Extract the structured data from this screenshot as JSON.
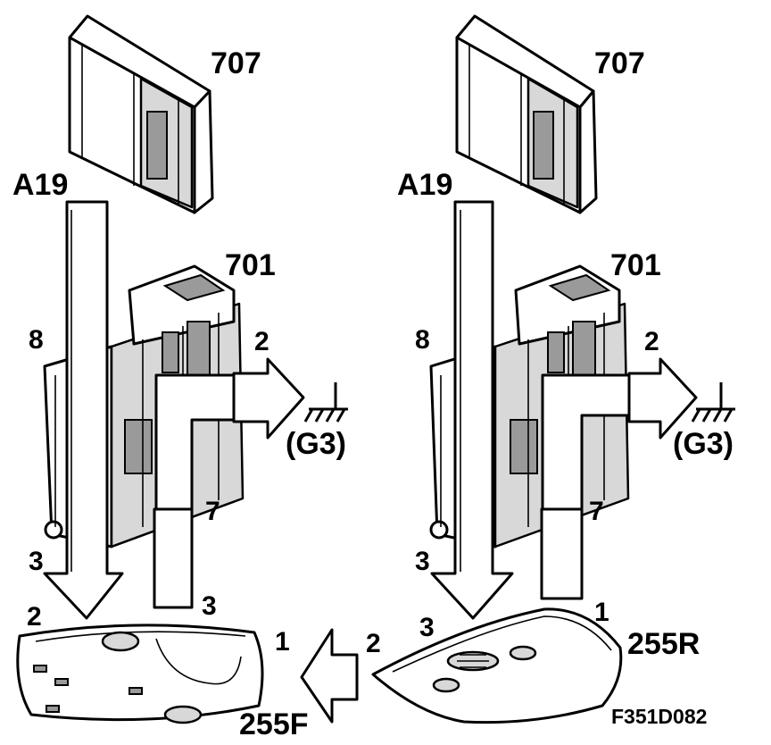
{
  "figure_code": "F351D082",
  "left": {
    "module_top": "707",
    "module_mid": "701",
    "connector": "A19",
    "pin_left": "8",
    "pin_ground": "2",
    "ground": "(G3)",
    "pin_right": "7",
    "pin_bottom_left": "3",
    "pin_bottom_right": "3",
    "lamp_pin_a": "2",
    "lamp_pin_b": "1",
    "lamp": "255F"
  },
  "right": {
    "module_top": "707",
    "module_mid": "701",
    "connector": "A19",
    "pin_left": "8",
    "pin_ground": "2",
    "ground": "(G3)",
    "pin_right": "7",
    "pin_bottom_left": "3",
    "pin_bottom_right": "1",
    "lamp_pin_a": "2",
    "lamp_pin_b": "3",
    "lamp": "255R"
  },
  "icons": {
    "ground": "ground-symbol-icon",
    "arrow": "arrow-icon"
  }
}
